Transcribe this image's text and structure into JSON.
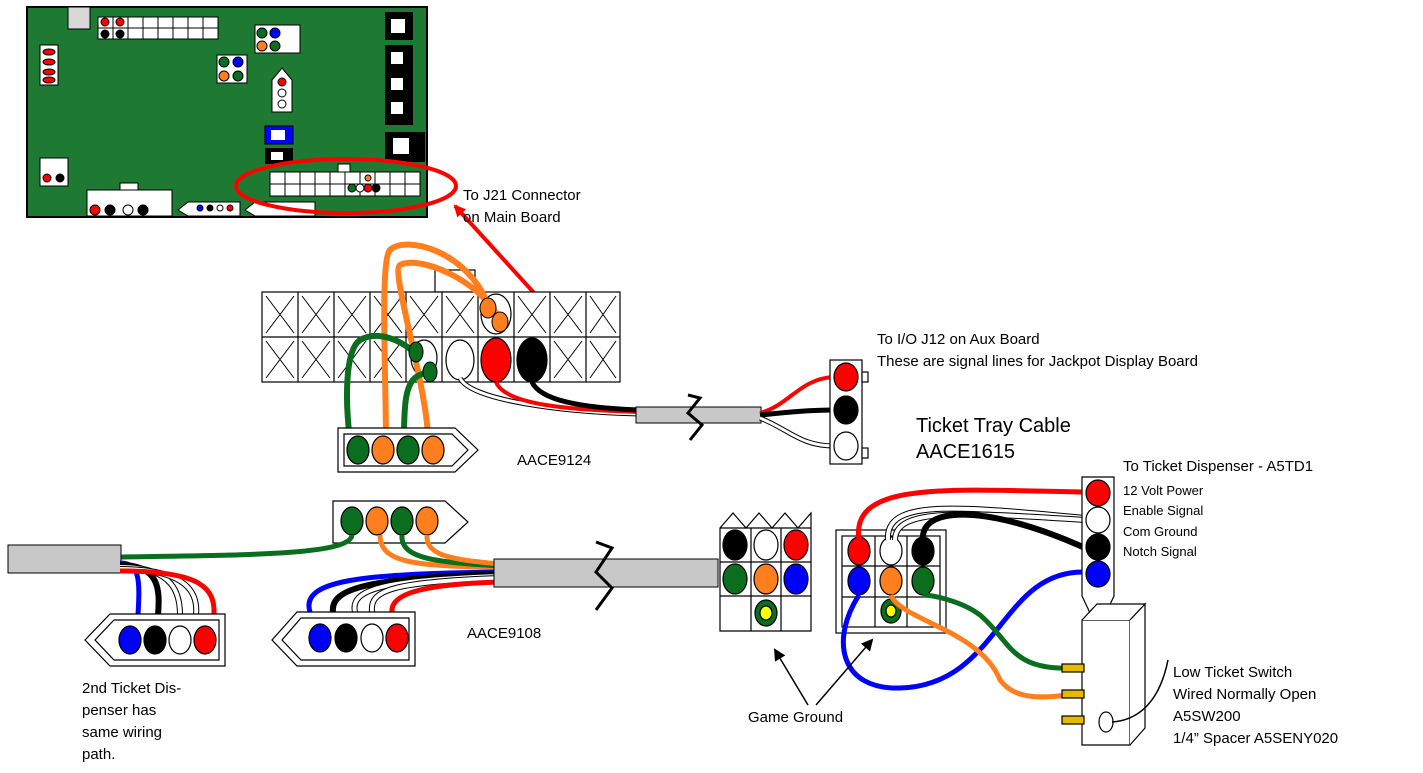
{
  "labels": {
    "j21_line1": "To J21 Connector",
    "j21_line2": "on Main Board",
    "io_line1": "To I/O J12 on Aux Board",
    "io_line2": "These are signal lines for Jackpot Display Board",
    "aace9124": "AACE9124",
    "tray_line1": "Ticket Tray Cable",
    "tray_line2": "AACE1615",
    "dispenser_title": "To Ticket Dispenser  -  A5TD1",
    "pin_12v": "12 Volt Power",
    "pin_enable": "Enable Signal",
    "pin_com": "Com Ground",
    "pin_notch": "Notch Signal",
    "aace9108": "AACE9108",
    "game_ground": "Game Ground",
    "second_line1": "2nd Ticket Dis-",
    "second_line2": "penser has",
    "second_line3": "same wiring",
    "second_line4": "path.",
    "switch_line1": "Low Ticket Switch",
    "switch_line2": "Wired Normally Open",
    "switch_line3": "A5SW200",
    "switch_line4": "1/4” Spacer A5SENY020"
  },
  "colors": {
    "board": "#1e7a33",
    "wire_red": "#ff0000",
    "wire_black": "#000000",
    "wire_white": "#ffffff",
    "wire_green": "#0a6e1e",
    "wire_orange": "#ff7f1f",
    "wire_blue": "#0000ff",
    "cable": "#c8c8c8",
    "highlight": "#ff0000",
    "pin_yellow": "#ffff00"
  },
  "icons": {
    "arrow_j21": "red-arrow-icon",
    "arrow_ground": "black-arrow-icon"
  }
}
